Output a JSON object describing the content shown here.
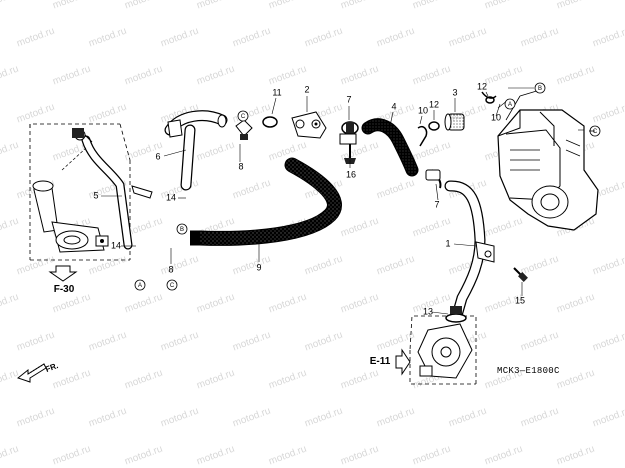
{
  "watermark": "motod.ru",
  "diagram_code": "MCK3—E1800C",
  "direction_label": "FR.",
  "ref_labels": {
    "left_group": "F-30",
    "pump_group": "E-11"
  },
  "circle_refs": [
    "A",
    "B",
    "C"
  ],
  "callouts": [
    {
      "id": "part-1",
      "text": "1"
    },
    {
      "id": "part-2",
      "text": "2"
    },
    {
      "id": "part-3",
      "text": "3"
    },
    {
      "id": "part-4",
      "text": "4"
    },
    {
      "id": "part-5",
      "text": "5"
    },
    {
      "id": "part-6",
      "text": "6"
    },
    {
      "id": "part-7a",
      "text": "7"
    },
    {
      "id": "part-7b",
      "text": "7"
    },
    {
      "id": "part-8a",
      "text": "8"
    },
    {
      "id": "part-8b",
      "text": "8"
    },
    {
      "id": "part-9",
      "text": "9"
    },
    {
      "id": "part-10a",
      "text": "10"
    },
    {
      "id": "part-10b",
      "text": "10"
    },
    {
      "id": "part-11",
      "text": "11"
    },
    {
      "id": "part-12a",
      "text": "12"
    },
    {
      "id": "part-12b",
      "text": "12"
    },
    {
      "id": "part-13",
      "text": "13"
    },
    {
      "id": "part-14a",
      "text": "14"
    },
    {
      "id": "part-14b",
      "text": "14"
    },
    {
      "id": "part-15",
      "text": "15"
    },
    {
      "id": "part-16",
      "text": "16"
    }
  ]
}
